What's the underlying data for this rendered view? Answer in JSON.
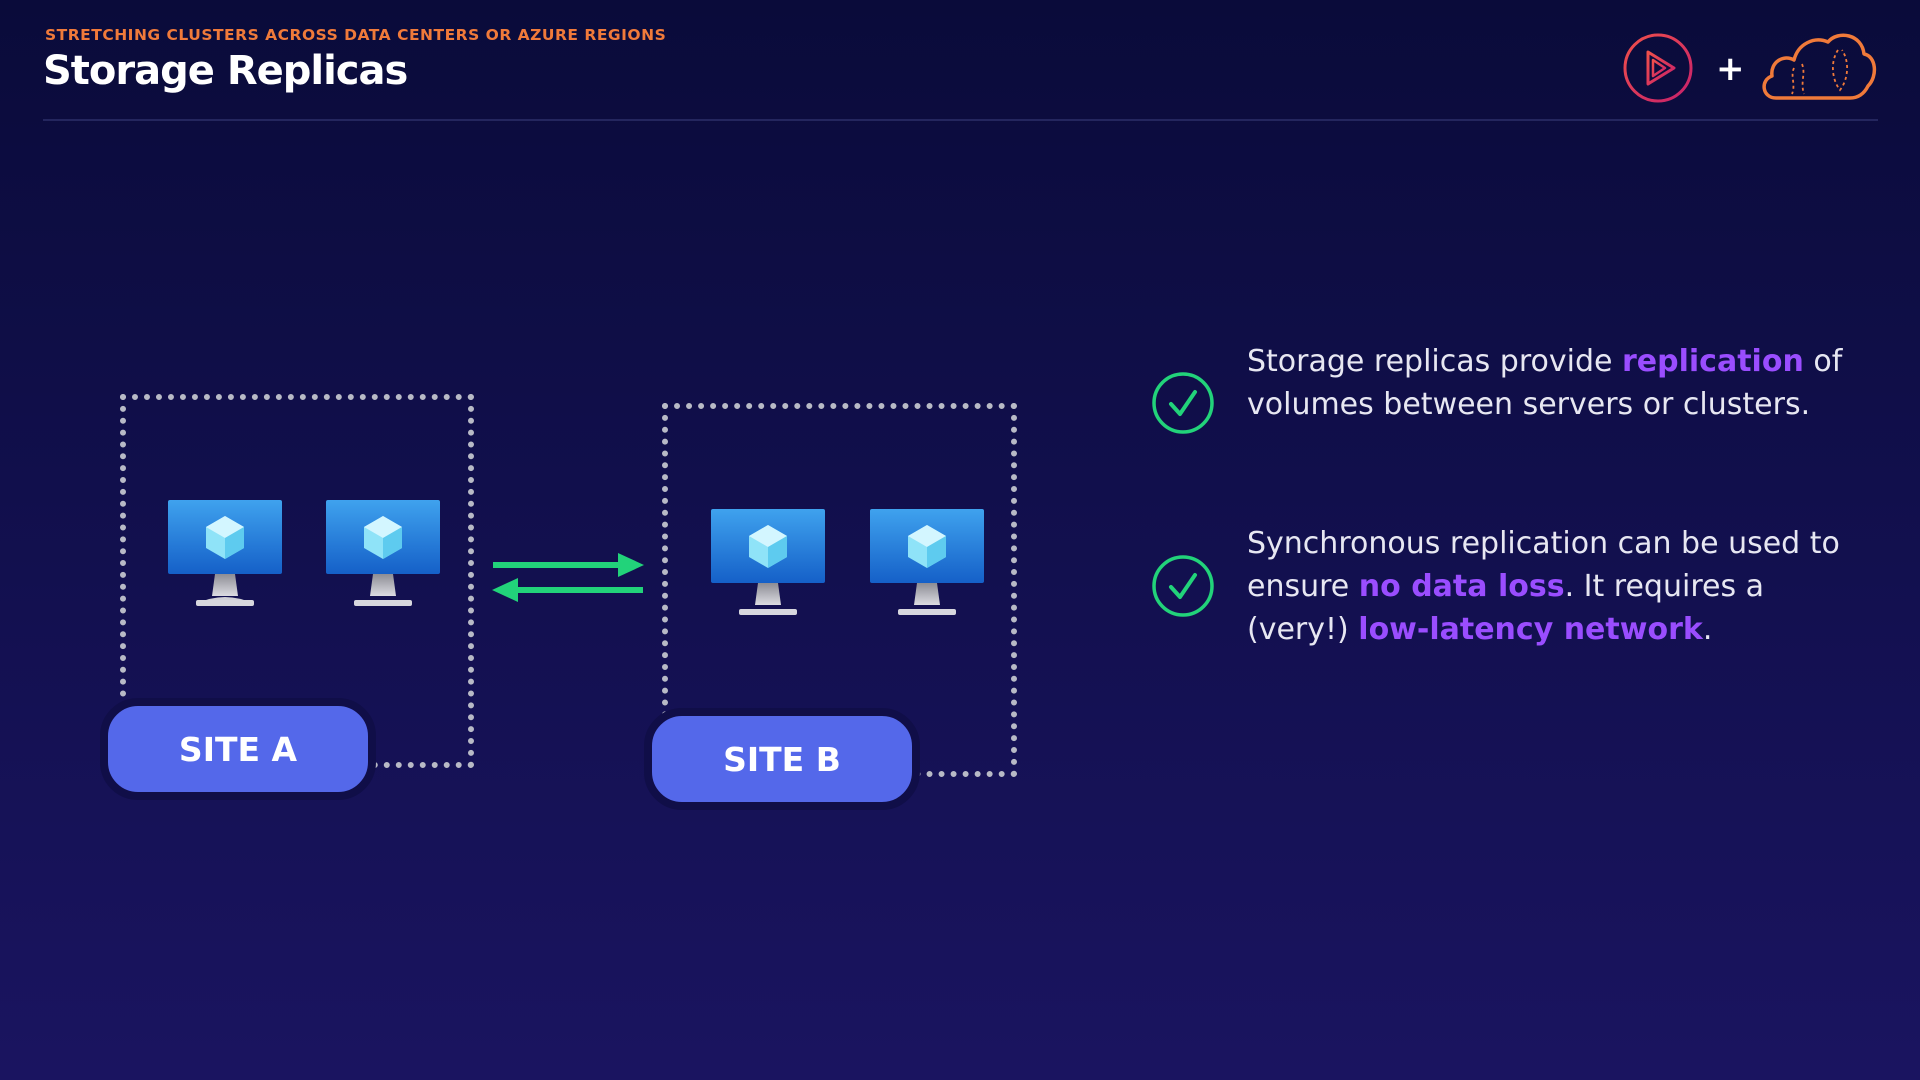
{
  "header": {
    "kicker": "STRETCHING CLUSTERS ACROSS DATA CENTERS OR AZURE REGIONS",
    "title": "Storage Replicas"
  },
  "logos": {
    "plus": "+"
  },
  "diagram": {
    "site_a_label": "SITE A",
    "site_b_label": "SITE B"
  },
  "bullets": [
    {
      "parts": [
        "Storage replicas provide ",
        "replication",
        " of volumes between servers or clusters."
      ]
    },
    {
      "parts": [
        "Synchronous replication can be used to ensure ",
        "no data loss",
        ". It requires a (very!) ",
        "low-latency network",
        "."
      ]
    }
  ],
  "colors": {
    "accent_orange": "#f07a3a",
    "highlight_purple": "#9a4dff",
    "site_pill_blue": "#5468ea",
    "check_green": "#22d37a",
    "arrow_green": "#22d37a"
  }
}
